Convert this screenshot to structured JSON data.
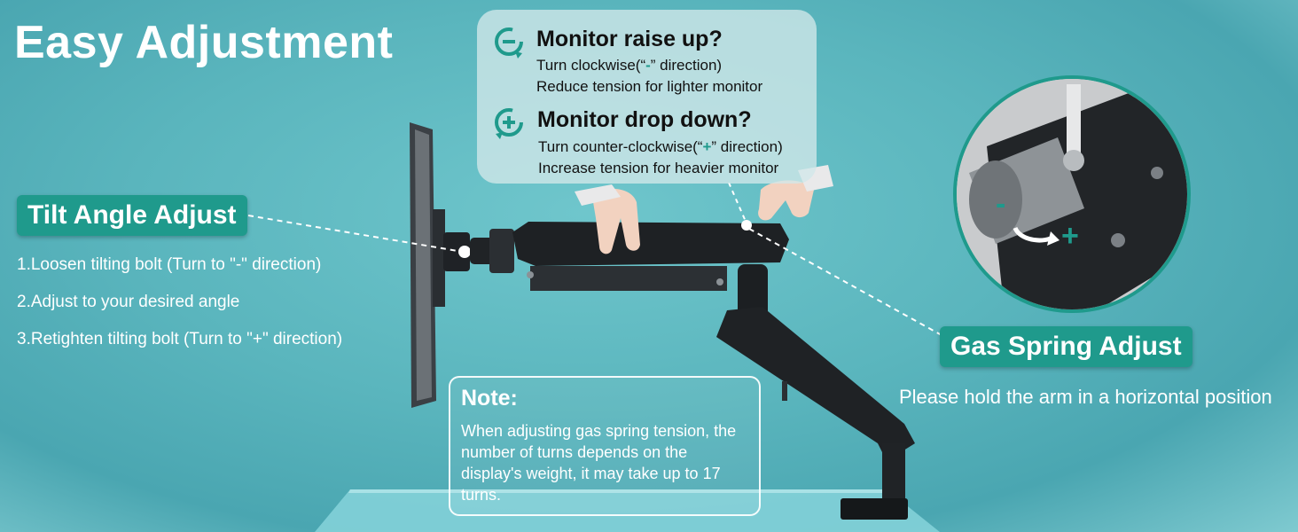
{
  "title": "Easy Adjustment",
  "tilt": {
    "label": "Tilt Angle Adjust",
    "steps": [
      "1.Loosen tilting bolt (Turn to \"-\" direction)",
      "2.Adjust to your desired angle",
      "3.Retighten tilting bolt (Turn to \"+\" direction)"
    ]
  },
  "tension": {
    "raise": {
      "heading": "Monitor raise up?",
      "line1_before": "Turn clockwise(“",
      "line1_symbol": "-",
      "line1_after": "” direction)",
      "line2": "Reduce tension for lighter monitor",
      "icon": "rotate-minus-icon"
    },
    "drop": {
      "heading": "Monitor drop down?",
      "line1_before": "Turn counter-clockwise(“",
      "line1_symbol": "+",
      "line1_after": "” direction)",
      "line2": "Increase tension for heavier monitor",
      "icon": "rotate-plus-icon"
    }
  },
  "gas_spring": {
    "label": "Gas Spring Adjust",
    "instruction": "Please hold the arm in a horizontal position"
  },
  "note": {
    "heading": "Note:",
    "body": "When adjusting gas spring tension, the number of turns depends on the display's weight, it may take up to 17 turns."
  },
  "detail": {
    "minus_symbol": "-",
    "plus_symbol": "+"
  },
  "colors": {
    "accent": "#1f9a8c",
    "background": "#5ab5bd",
    "text_light": "#ffffff",
    "panel": "#d2e8e9"
  }
}
